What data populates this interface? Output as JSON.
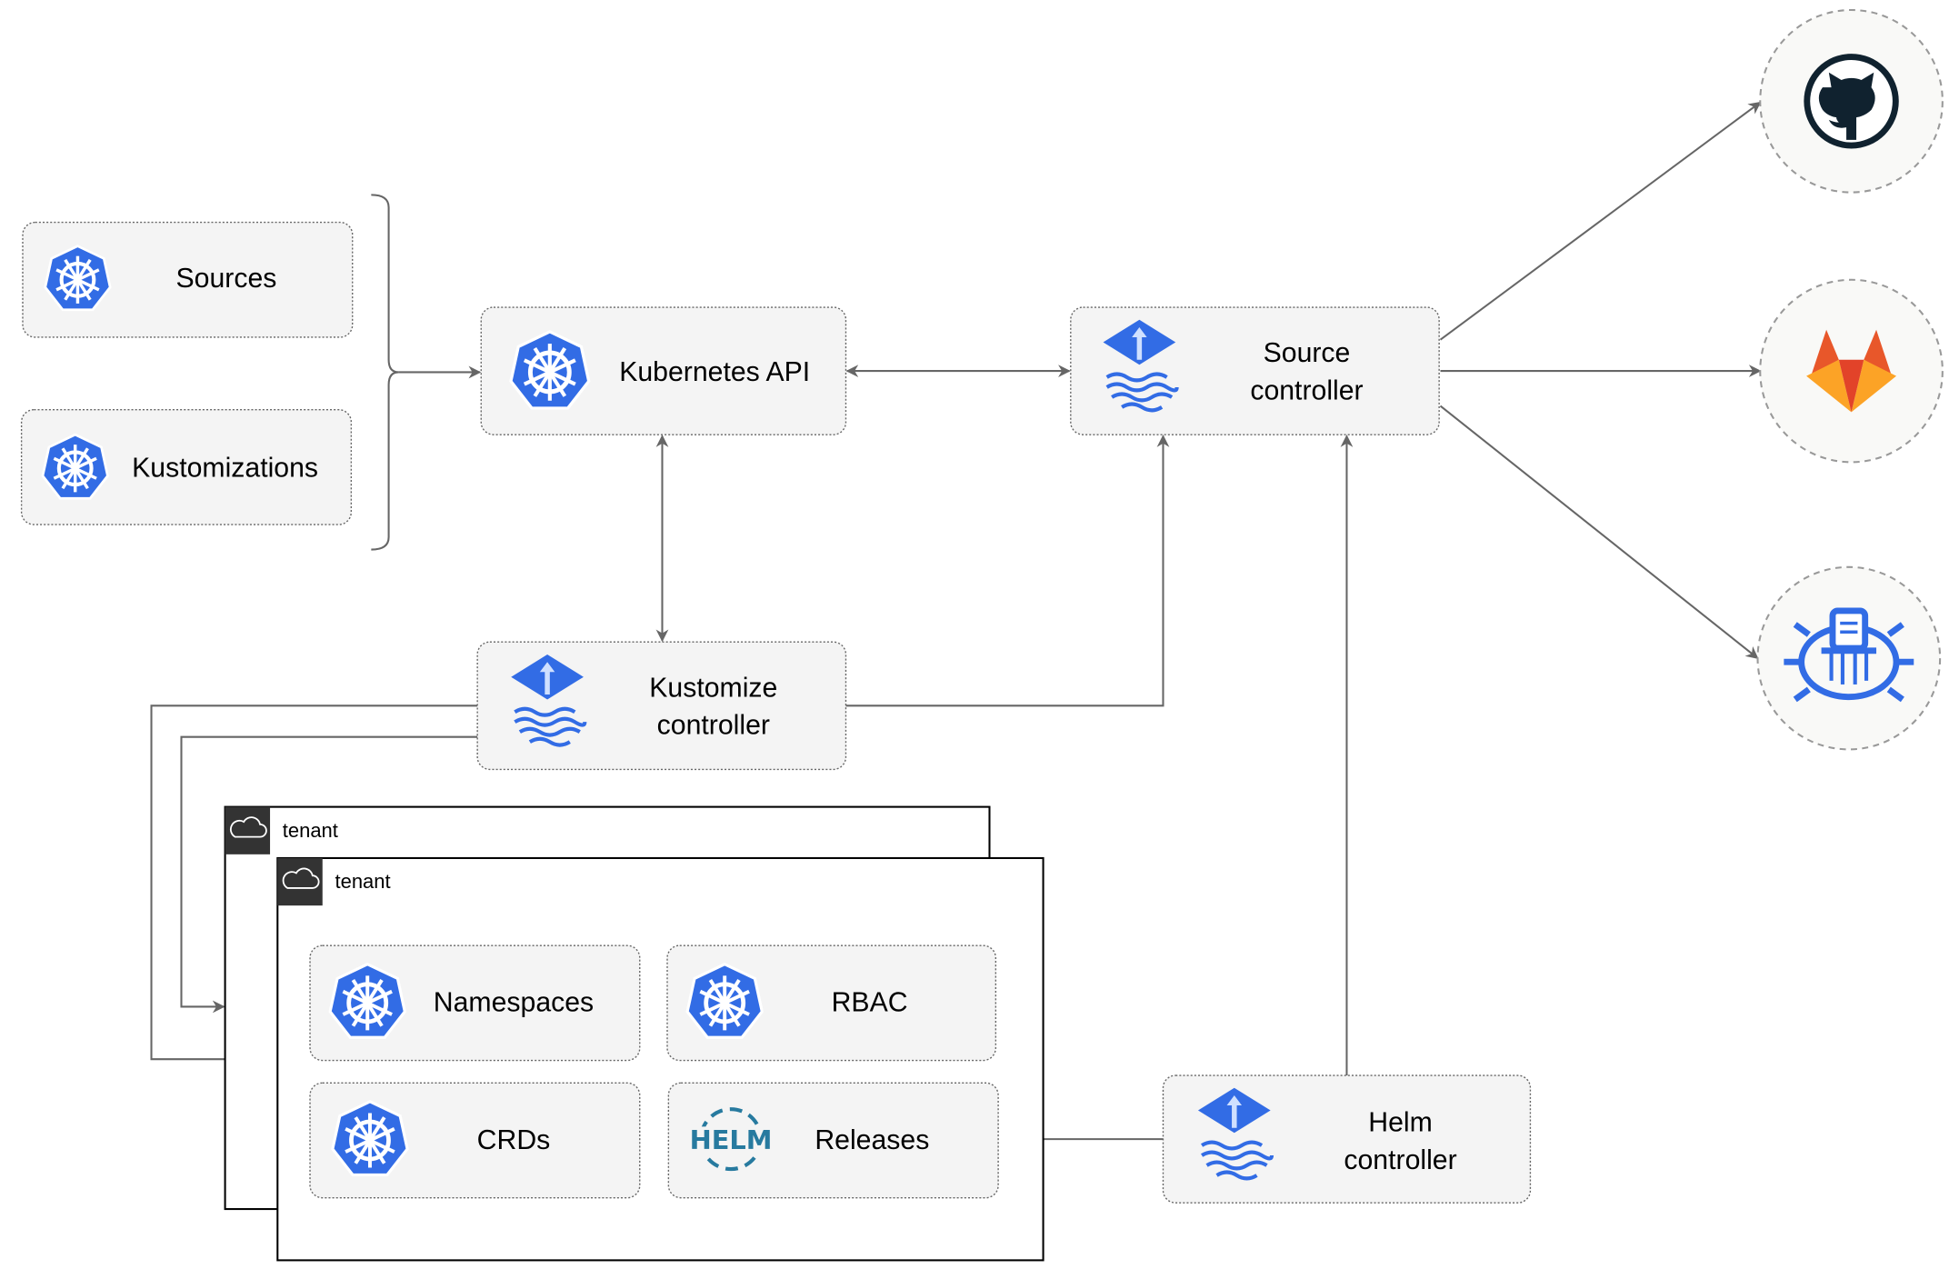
{
  "nodes": {
    "sources": "Sources",
    "kustomizations": "Kustomizations",
    "kubernetes_api": "Kubernetes API",
    "source_controller": [
      "Source",
      "controller"
    ],
    "kustomize_controller": [
      "Kustomize",
      "controller"
    ],
    "helm_controller": [
      "Helm",
      "controller"
    ],
    "namespaces": "Namespaces",
    "rbac": "RBAC",
    "crds": "CRDs",
    "releases": "Releases",
    "helm_logo_text": "HELM"
  },
  "tenants": [
    "tenant",
    "tenant"
  ],
  "external": [
    "github-icon",
    "gitlab-icon",
    "harbor-icon"
  ],
  "colors": {
    "k8s_blue": "#326ce5",
    "edge": "#666666",
    "box_fill": "#f4f4f4",
    "github": "#10222f",
    "gitlab_orange": "#e8572a",
    "gitlab_yellow": "#fca326",
    "helm": "#277a9f"
  }
}
